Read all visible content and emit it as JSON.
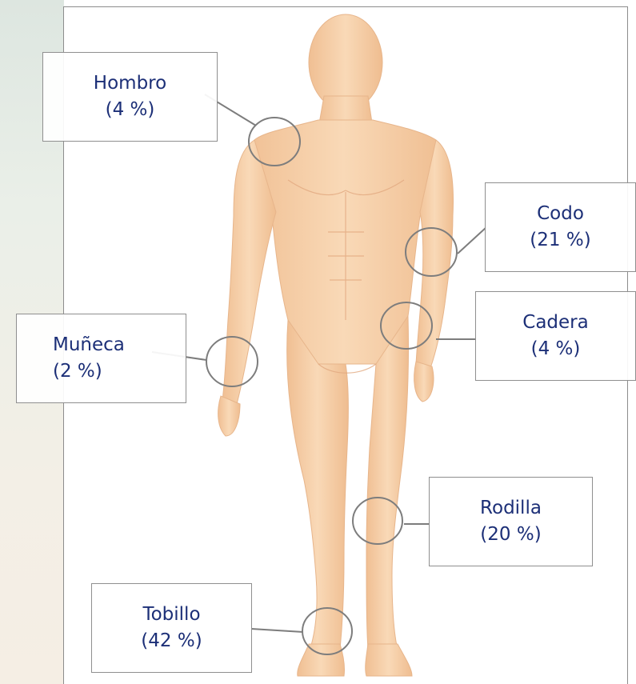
{
  "colors": {
    "text": "#1c2f77",
    "border": "#8f8f8f",
    "skin": "#f6cfa6",
    "skin_shadow": "#eab68a",
    "marker": "#7d7d7d"
  },
  "labels": [
    {
      "name": "Hombro",
      "pct": "(4 %)"
    },
    {
      "name": "Codo",
      "pct": "(21 %)"
    },
    {
      "name": "Cadera",
      "pct": "(4 %)"
    },
    {
      "name": "Muñeca",
      "pct": "(2 %)"
    },
    {
      "name": "Rodilla",
      "pct": "(20 %)"
    },
    {
      "name": "Tobillo",
      "pct": "(42 %)"
    }
  ]
}
